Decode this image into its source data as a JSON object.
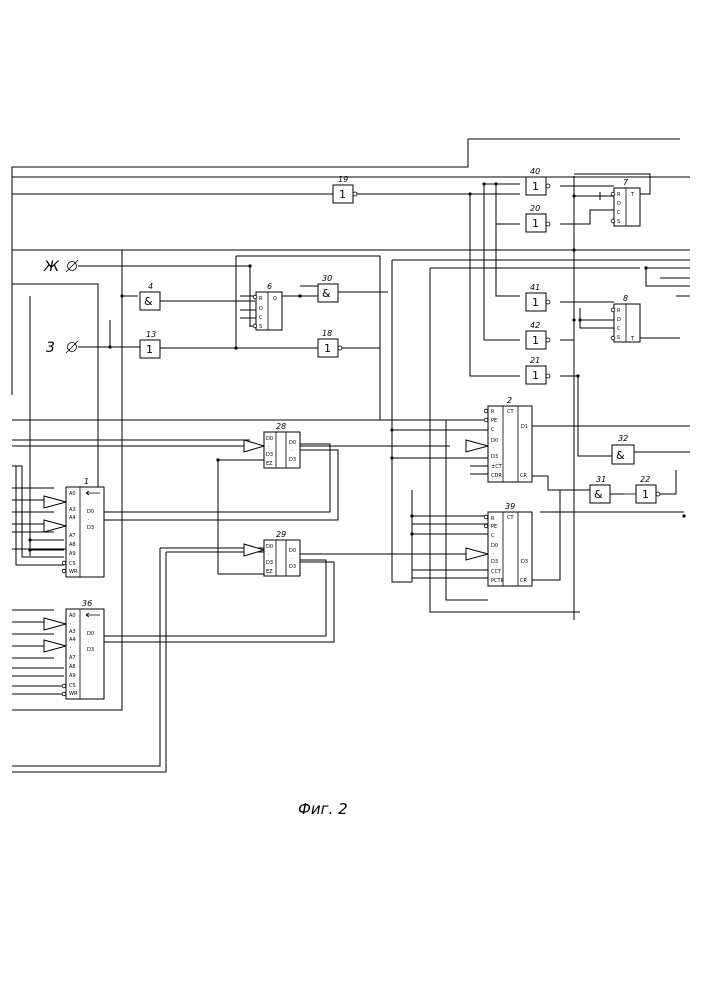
{
  "figure": {
    "caption": "Фиг. 2"
  },
  "terminals": [
    {
      "id": "terminal-zh",
      "label": "Ж"
    },
    {
      "id": "terminal-3",
      "label": "3"
    }
  ],
  "gates": [
    {
      "id": "gate-19",
      "number": "19",
      "symbol": "1"
    },
    {
      "id": "gate-40",
      "number": "40",
      "symbol": "1"
    },
    {
      "id": "gate-20",
      "number": "20",
      "symbol": "1"
    },
    {
      "id": "gate-4",
      "number": "4",
      "symbol": "&"
    },
    {
      "id": "gate-30",
      "number": "30",
      "symbol": "&"
    },
    {
      "id": "gate-13",
      "number": "13",
      "symbol": "1"
    },
    {
      "id": "gate-18",
      "number": "18",
      "symbol": "1"
    },
    {
      "id": "gate-41",
      "number": "41",
      "symbol": "1"
    },
    {
      "id": "gate-42",
      "number": "42",
      "symbol": "1"
    },
    {
      "id": "gate-21",
      "number": "21",
      "symbol": "1"
    },
    {
      "id": "gate-32",
      "number": "32",
      "symbol": "&"
    },
    {
      "id": "gate-31",
      "number": "31",
      "symbol": "&"
    },
    {
      "id": "gate-22",
      "number": "22",
      "symbol": "1"
    }
  ],
  "flipflops": [
    {
      "id": "ff-6",
      "number": "6",
      "pins": [
        "R",
        "D",
        "C",
        "S"
      ],
      "out": "Q"
    },
    {
      "id": "ff-7",
      "number": "7",
      "pins": [
        "R",
        "D",
        "C",
        "S"
      ],
      "out": "T"
    },
    {
      "id": "ff-8",
      "number": "8",
      "pins": [
        "R",
        "D",
        "C",
        "S"
      ],
      "out": "T"
    }
  ],
  "memories": [
    {
      "id": "mem-1",
      "number": "1",
      "addr": [
        "A0",
        "·",
        "A3",
        "A4",
        "·",
        "A7",
        "A8",
        "A9",
        "CS",
        "WR"
      ],
      "data": [
        "D0",
        "·",
        "D3"
      ]
    },
    {
      "id": "mem-36",
      "number": "36",
      "addr": [
        "A0",
        "·",
        "A3",
        "A4",
        "·",
        "A7",
        "A8",
        "A9",
        "CS",
        "WR"
      ],
      "data": [
        "D0",
        "·",
        "D3"
      ]
    }
  ],
  "buffers": [
    {
      "id": "buf-28",
      "number": "28",
      "ins": [
        "D0",
        "·",
        "D3",
        "EZ"
      ],
      "outs": [
        "D0",
        "·",
        "D3"
      ]
    },
    {
      "id": "buf-29",
      "number": "29",
      "ins": [
        "D0",
        "·",
        "D3",
        "EZ"
      ],
      "outs": [
        "D0",
        "·",
        "D3"
      ]
    }
  ],
  "counters": [
    {
      "id": "ctr-2",
      "number": "2",
      "pins": [
        "R",
        "PE",
        "C",
        "D0",
        "·",
        "D3",
        "±CT",
        "CDR"
      ],
      "mid": "CT",
      "outs": [
        "D1",
        "CR"
      ]
    },
    {
      "id": "ctr-39",
      "number": "39",
      "pins": [
        "R",
        "PE",
        "C",
        "D0",
        "·",
        "D3",
        "CCT",
        "PCTR"
      ],
      "mid": "CT",
      "outs": [
        "D3",
        "CR"
      ]
    }
  ]
}
